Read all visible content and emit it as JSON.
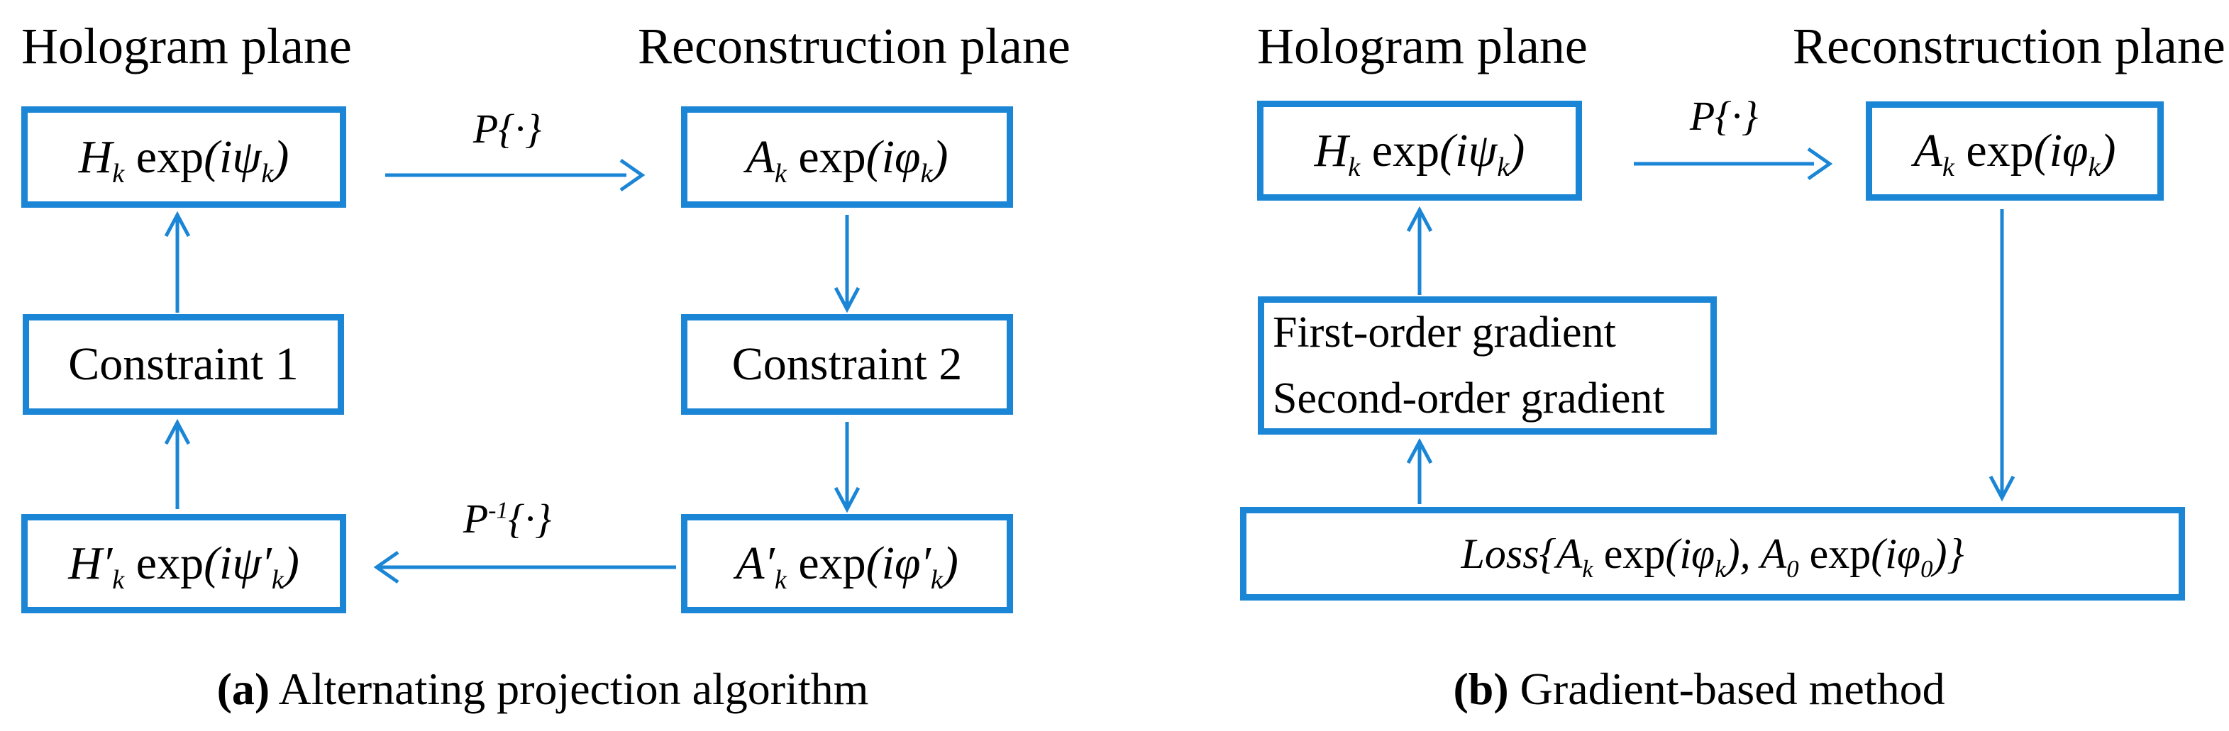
{
  "figure": {
    "colors": {
      "accent_blue": "#1b86d5",
      "text_black": "#000000",
      "background": "#ffffff"
    },
    "panels": {
      "a": {
        "plane_labels": {
          "left": "Hologram plane",
          "right": "Reconstruction plane"
        },
        "operators": {
          "forward": "P{·}",
          "inverse": "P^{-1}{·}"
        },
        "boxes": {
          "hologram": "H_{k} exp(iψ_{k})",
          "reconstruction": "A_{k} exp(iφ_{k})",
          "constraint1": "Constraint 1",
          "constraint2": "Constraint 2",
          "hologram_prime": "H′_{k} exp(iψ′_{k})",
          "reconstruction_prime": "A′_{k} exp(iφ′_{k})"
        },
        "caption": {
          "label": "(a)",
          "text": " Alternating projection algorithm"
        }
      },
      "b": {
        "plane_labels": {
          "left": "Hologram plane",
          "right": "Reconstruction plane"
        },
        "operators": {
          "forward": "P{·}"
        },
        "boxes": {
          "hologram": "H_{k} exp(iψ_{k})",
          "reconstruction": "A_{k} exp(iφ_{k})",
          "gradient_line1": "First-order gradient",
          "gradient_line2": "Second-order gradient",
          "loss": "Loss{A_{k} exp(iφ_{k}), A_{0} exp(iφ_{0})}"
        },
        "caption": {
          "label": "(b)",
          "text": " Gradient-based method"
        }
      }
    }
  }
}
